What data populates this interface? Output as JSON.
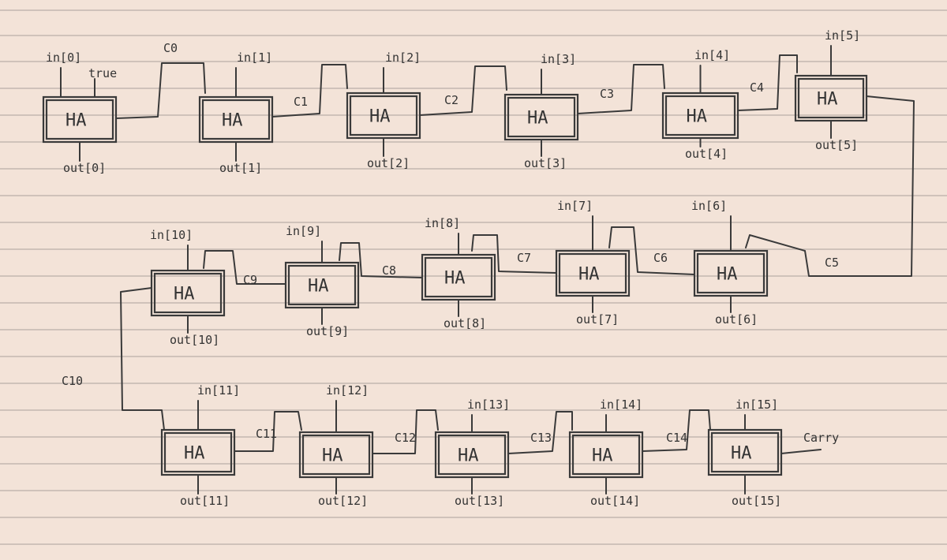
{
  "diagram": {
    "block_label": "HA",
    "stages": [
      {
        "input": "in[0]",
        "output": "out[0]",
        "carry_in": "true",
        "carry_out": "C0"
      },
      {
        "input": "in[1]",
        "output": "out[1]",
        "carry_out": "C1"
      },
      {
        "input": "in[2]",
        "output": "out[2]",
        "carry_out": "C2"
      },
      {
        "input": "in[3]",
        "output": "out[3]",
        "carry_out": "C3"
      },
      {
        "input": "in[4]",
        "output": "out[4]",
        "carry_out": "C4"
      },
      {
        "input": "in[5]",
        "output": "out[5]",
        "carry_out": "C5"
      },
      {
        "input": "in[6]",
        "output": "out[6]",
        "carry_out": "C6"
      },
      {
        "input": "in[7]",
        "output": "out[7]",
        "carry_out": "C7"
      },
      {
        "input": "in[8]",
        "output": "out[8]",
        "carry_out": "C8"
      },
      {
        "input": "in[9]",
        "output": "out[9]",
        "carry_out": "C9"
      },
      {
        "input": "in[10]",
        "output": "out[10]",
        "carry_out": "C10"
      },
      {
        "input": "in[11]",
        "output": "out[11]",
        "carry_out": "C11"
      },
      {
        "input": "in[12]",
        "output": "out[12]",
        "carry_out": "C12"
      },
      {
        "input": "in[13]",
        "output": "out[13]",
        "carry_out": "C13"
      },
      {
        "input": "in[14]",
        "output": "out[14]",
        "carry_out": "C14"
      },
      {
        "input": "in[15]",
        "output": "out[15]",
        "carry_out": "Carry"
      }
    ]
  }
}
